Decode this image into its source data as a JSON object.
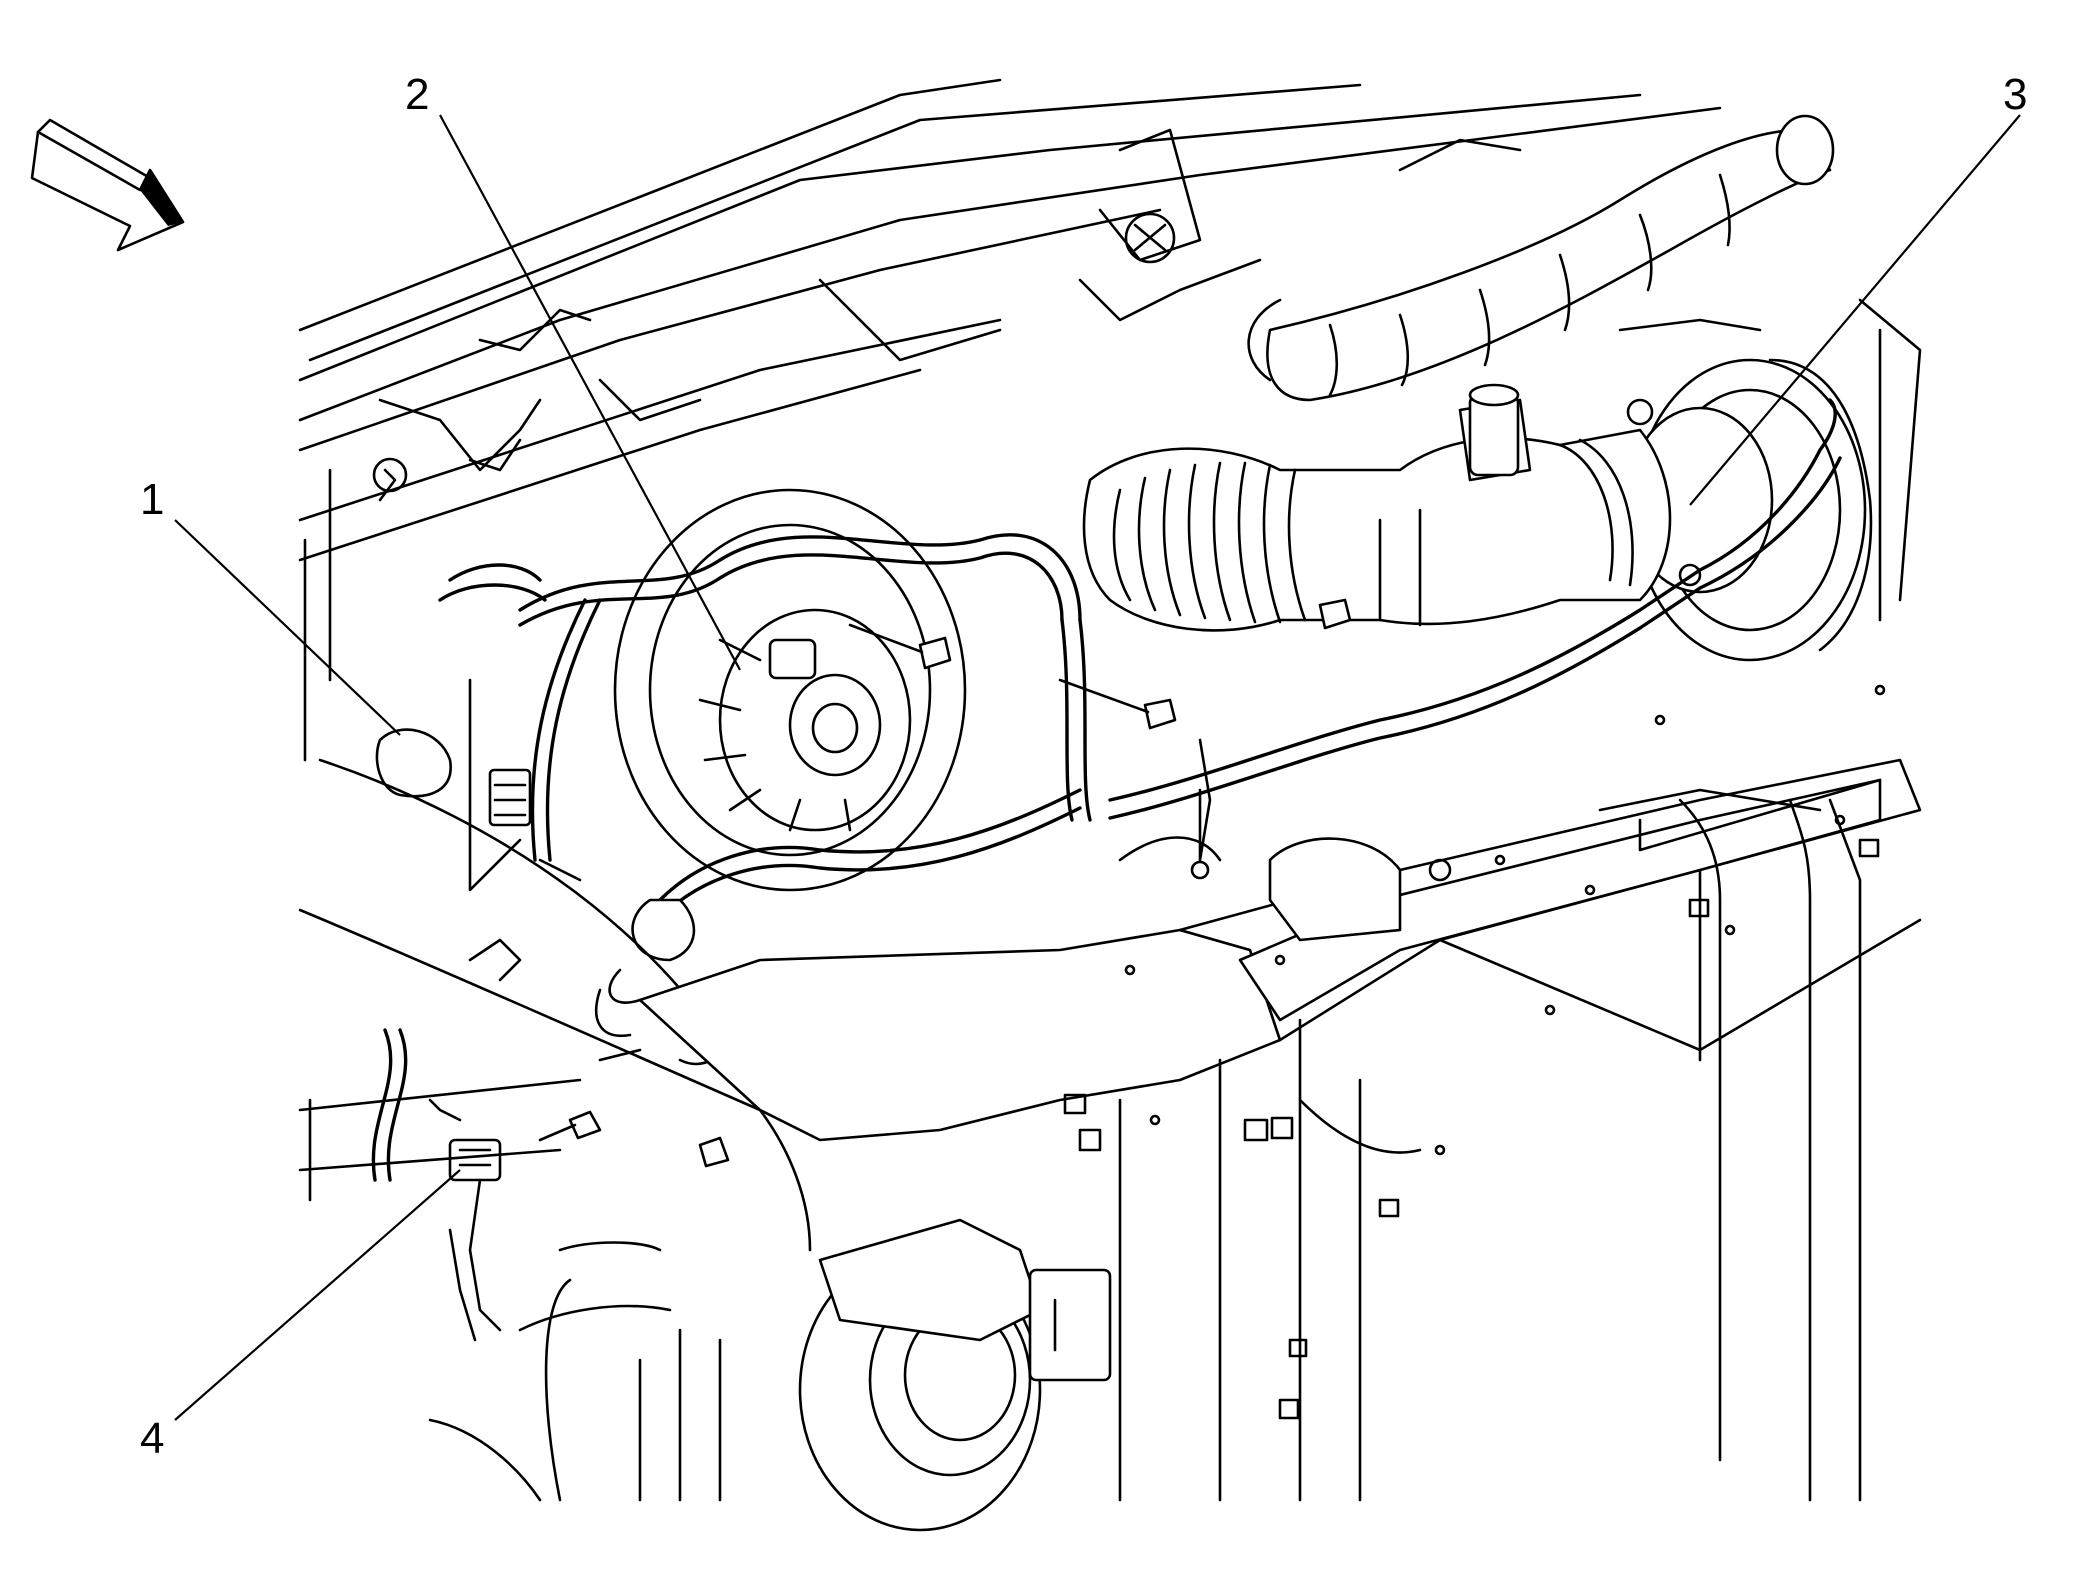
{
  "callouts": [
    {
      "id": "1",
      "label": "1"
    },
    {
      "id": "2",
      "label": "2"
    },
    {
      "id": "3",
      "label": "3"
    },
    {
      "id": "4",
      "label": "4"
    }
  ],
  "icons": {
    "direction_arrow": "view-direction-arrow-icon"
  },
  "colors": {
    "line": "#000000",
    "background": "#ffffff"
  }
}
